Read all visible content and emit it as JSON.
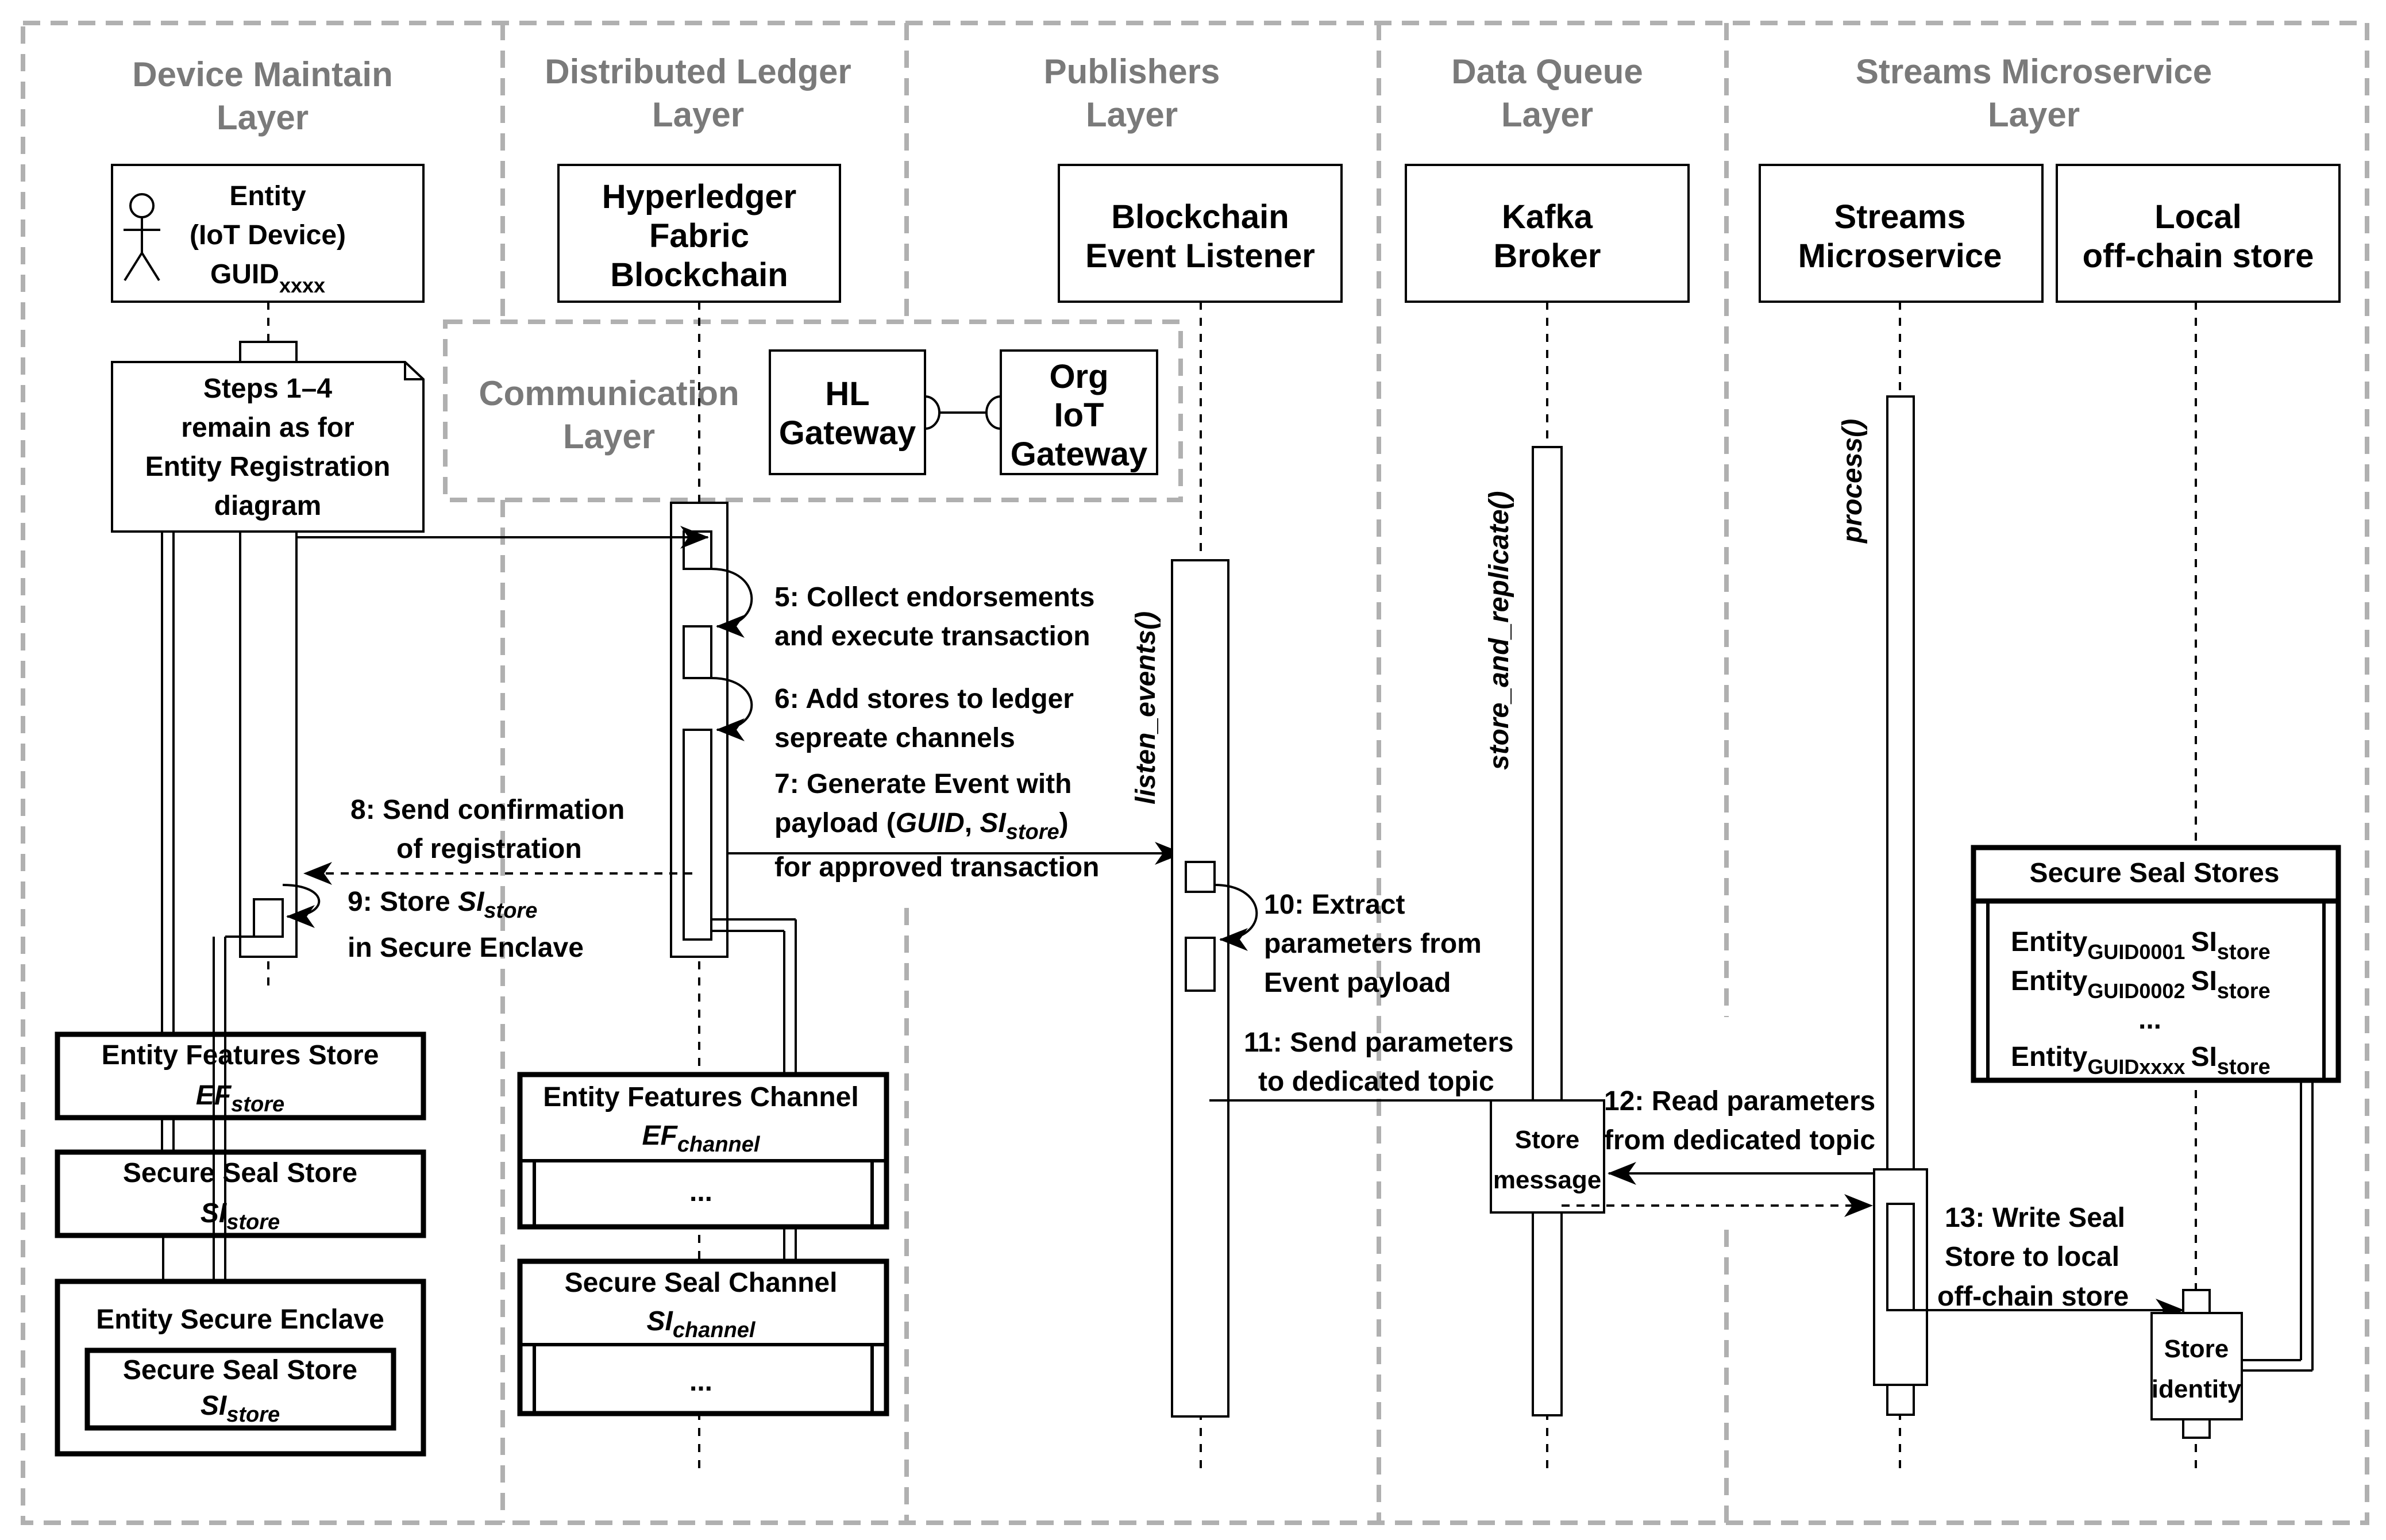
{
  "layers": {
    "device": [
      "Device Maintain",
      "Layer"
    ],
    "ledger": [
      "Distributed Ledger",
      "Layer"
    ],
    "publishers": [
      "Publishers",
      "Layer"
    ],
    "queue": [
      "Data Queue",
      "Layer"
    ],
    "streams": [
      "Streams Microservice",
      "Layer"
    ],
    "communication": [
      "Communication",
      "Layer"
    ]
  },
  "participants": {
    "entity": [
      "Entity",
      "(IoT Device)",
      "GUID",
      "xxxx"
    ],
    "hyperledger": [
      "Hyperledger",
      "Fabric",
      "Blockchain"
    ],
    "listener": [
      "Blockchain",
      "Event Listener"
    ],
    "kafka": [
      "Kafka",
      "Broker"
    ],
    "streams": [
      "Streams",
      "Microservice"
    ],
    "local": [
      "Local",
      "off-chain store"
    ]
  },
  "gateways": {
    "hl": [
      "HL",
      "Gateway"
    ],
    "org": [
      "Org",
      "IoT",
      "Gateway"
    ]
  },
  "note": [
    "Steps 1–4",
    "remain as for",
    "Entity Registration",
    "diagram"
  ],
  "activations": {
    "listener": "listen_events()",
    "kafka": "store_and_replicate()",
    "streams": "process()"
  },
  "messages": {
    "m5": [
      "5: Collect endorsements",
      "and execute transaction"
    ],
    "m6": [
      "6: Add stores to ledger",
      "sepreate channels"
    ],
    "m7a": "7: Generate Event with",
    "m7b_prefix": "payload (",
    "m7b_guid": "GUID",
    "m7b_sep": ", ",
    "m7b_si": "SI",
    "m7b_sub": "store",
    "m7b_suffix": ")",
    "m7c": "for approved transaction",
    "m8": [
      "8: Send confirmation",
      "of registration"
    ],
    "m9_prefix": "9: Store ",
    "m9_si": "SI",
    "m9_sub": "store",
    "m9_line2": "in Secure Enclave",
    "m10": [
      "10: Extract",
      "parameters from",
      "Event payload"
    ],
    "m11": [
      "11: Send parameters",
      "to dedicated topic"
    ],
    "m12": [
      "12: Read parameters",
      "from dedicated topic"
    ],
    "m13": [
      "13: Write Seal",
      "Store to local",
      "off-chain store"
    ]
  },
  "stores": {
    "ef_store": {
      "title": "Entity Features Store",
      "sym": "EF",
      "sub": "store"
    },
    "si_store": {
      "title": "Secure Seal Store",
      "sym": "SI",
      "sub": "store"
    },
    "enclave": {
      "title": "Entity Secure Enclave",
      "inner_title": "Secure Seal Store",
      "sym": "SI",
      "sub": "store"
    },
    "ef_channel": {
      "title": "Entity Features Channel",
      "sym": "EF",
      "sub": "channel",
      "more": "..."
    },
    "si_channel": {
      "title": "Secure Seal Channel",
      "sym": "SI",
      "sub": "channel",
      "more": "..."
    },
    "seal_stores": {
      "title": "Secure Seal Stores",
      "rows": [
        {
          "entity": "Entity",
          "guid": "GUID0001",
          "si": "SI",
          "sub": "store"
        },
        {
          "entity": "Entity",
          "guid": "GUID0002",
          "si": "SI",
          "sub": "store"
        },
        {
          "entity": "...",
          "guid": "",
          "si": "",
          "sub": ""
        },
        {
          "entity": "Entity",
          "guid": "GUIDxxxx",
          "si": "SI",
          "sub": "store"
        }
      ]
    }
  },
  "kafka_store": [
    "Store",
    "message"
  ],
  "identity_store": [
    "Store",
    "identity"
  ]
}
